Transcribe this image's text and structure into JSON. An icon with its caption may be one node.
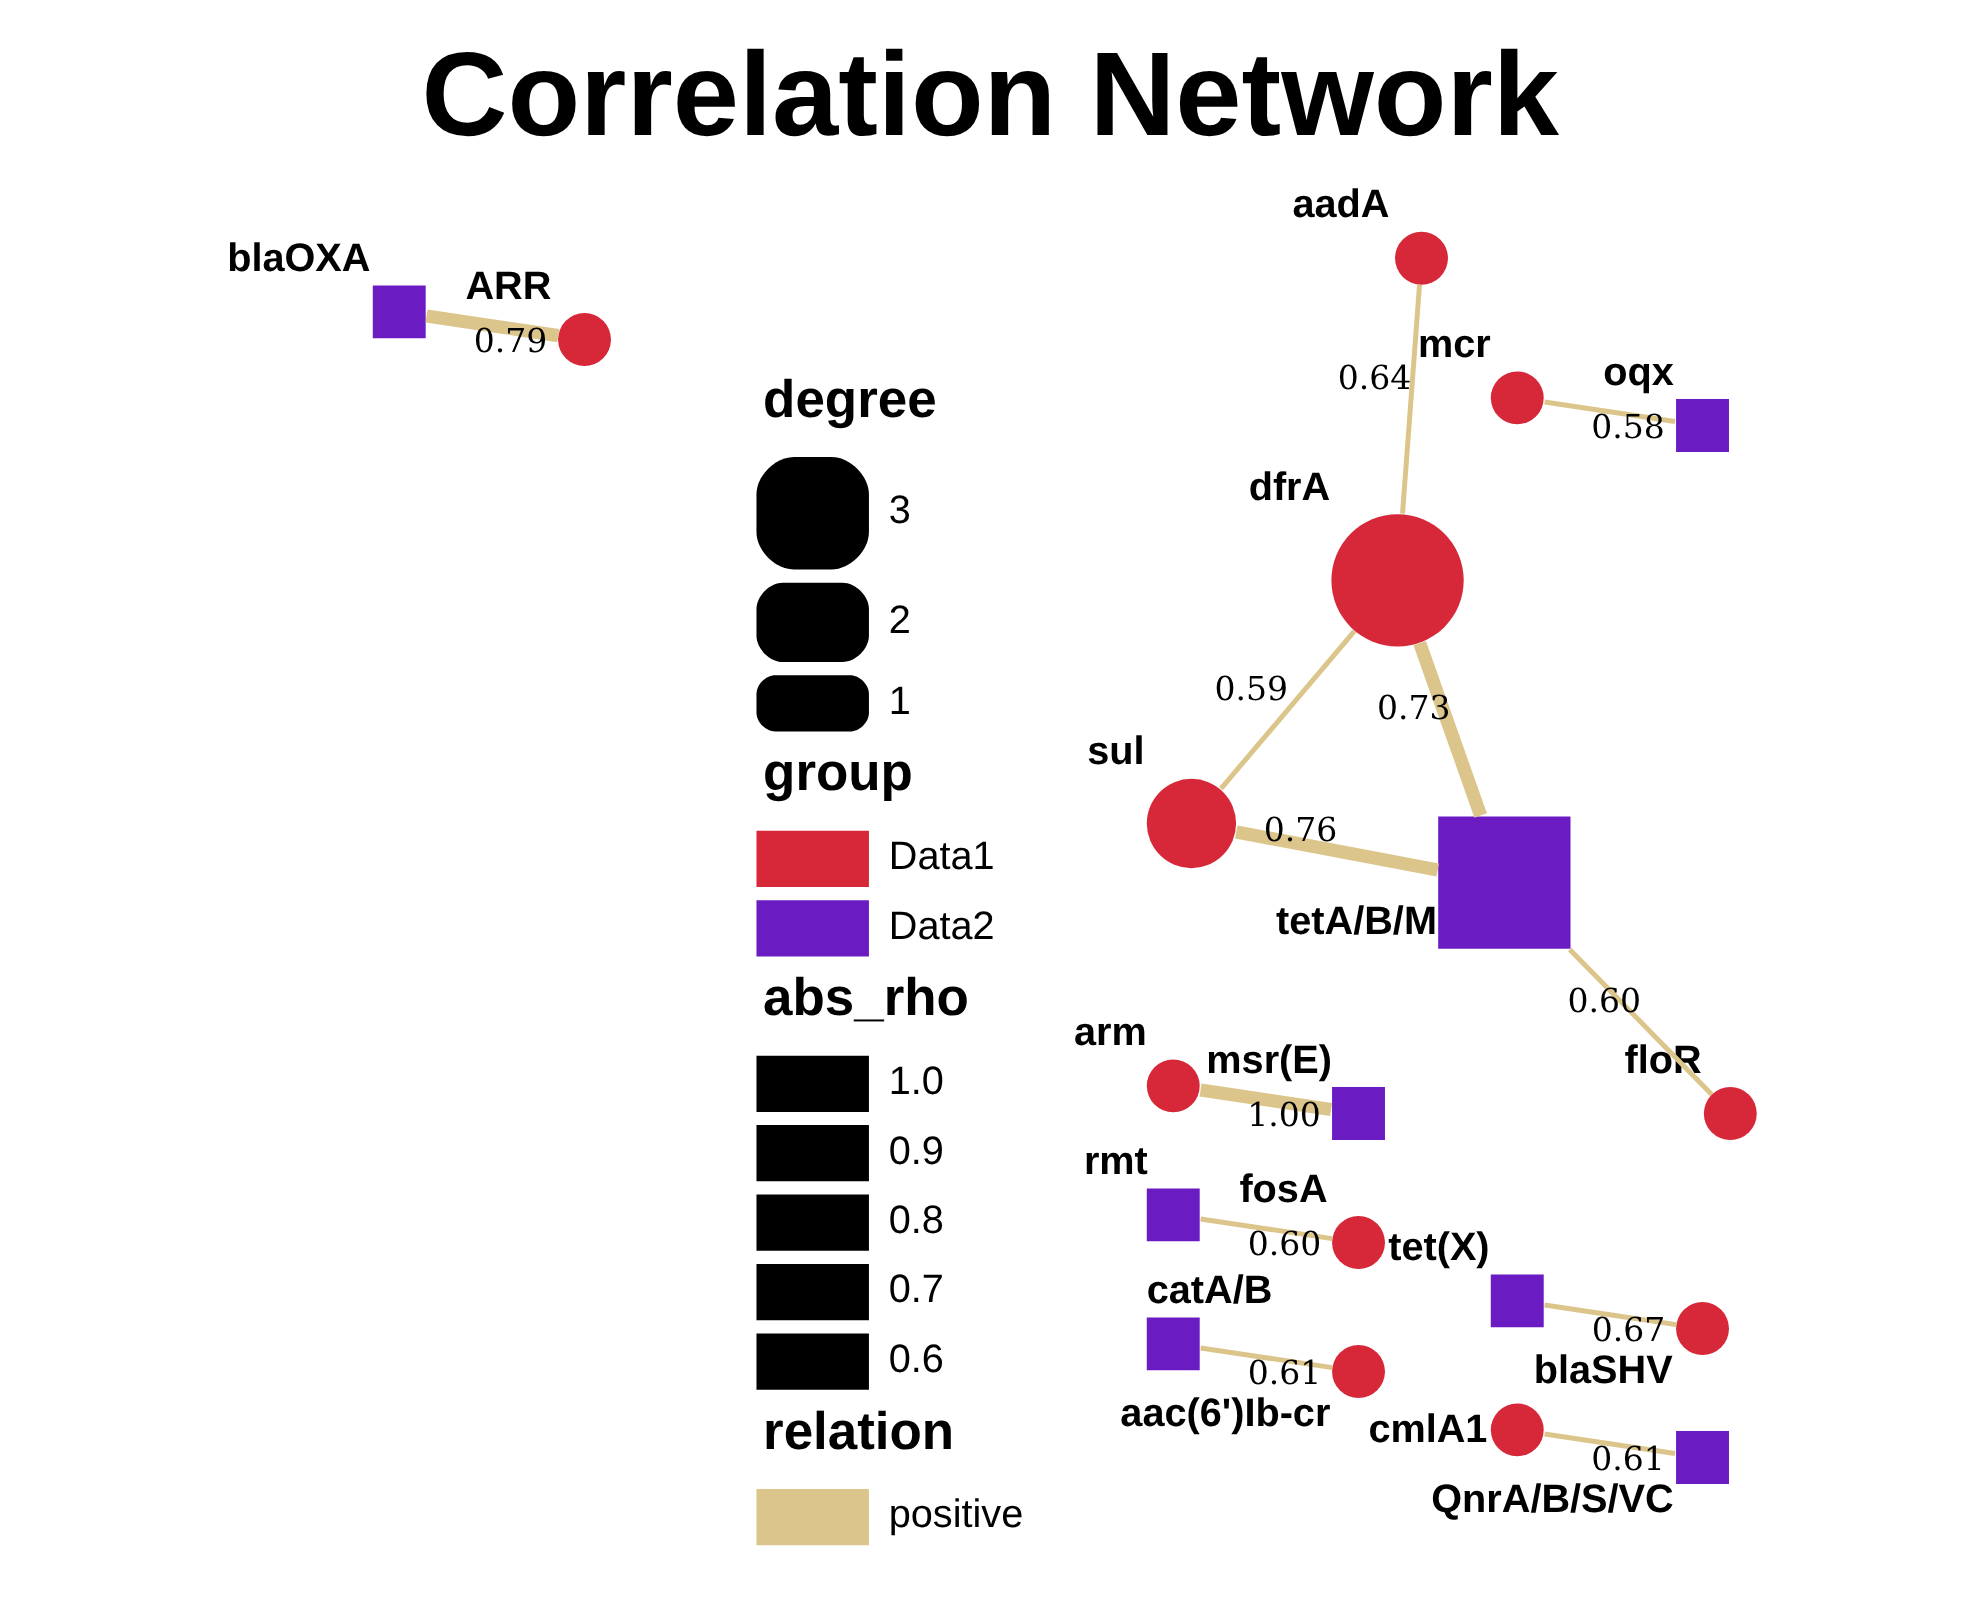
{
  "diagram": {
    "title": "Correlation Network",
    "nodes": [
      {
        "text": [],
        "shape": "circle",
        "beside": [
          "sul"
        ]
      },
      {
        "text": [],
        "shape": "circle",
        "beside": [
          "dfrA"
        ]
      },
      {
        "text": [],
        "shape": "circle",
        "beside": [
          "arm"
        ]
      },
      {
        "text": [],
        "shape": "box",
        "beside": [
          "msr(E)"
        ]
      },
      {
        "text": [],
        "shape": "box",
        "beside": [
          "tetA/B/M"
        ]
      },
      {
        "text": [],
        "shape": "circle",
        "beside": [
          "aadA"
        ]
      },
      {
        "text": [],
        "shape": "box",
        "beside": [
          "rmt"
        ]
      },
      {
        "text": [],
        "shape": "circle",
        "beside": [
          "fosA"
        ]
      },
      {
        "text": [],
        "shape": "circle",
        "beside": [
          "floR"
        ]
      },
      {
        "text": [],
        "shape": "box",
        "beside": [
          "catA/B"
        ]
      },
      {
        "text": [],
        "shape": "circle",
        "beside": [
          "aac(6')Ib-cr"
        ]
      },
      {
        "text": [],
        "shape": "circle",
        "beside": [
          "cmlA1"
        ]
      },
      {
        "text": [],
        "shape": "box",
        "beside": [
          "tet(X)"
        ]
      },
      {
        "text": [],
        "shape": "circle",
        "beside": [
          "blaSHV"
        ]
      },
      {
        "text": [],
        "shape": "box",
        "beside": [
          "QnrA/B/S/VC"
        ]
      },
      {
        "text": [],
        "shape": "circle",
        "beside": [
          "mcr"
        ]
      },
      {
        "text": [],
        "shape": "box",
        "beside": [
          "oqx"
        ]
      },
      {
        "text": [],
        "shape": "box",
        "beside": [
          "blaOXA"
        ]
      },
      {
        "text": [],
        "shape": "circle",
        "beside": [
          "ARR"
        ]
      }
    ],
    "edges": [
      {
        "from": 2,
        "to": 3,
        "arrow": "none",
        "label": "1.00",
        "style": "thick"
      },
      {
        "from": 0,
        "to": 1,
        "arrow": "none",
        "label": "0.59"
      },
      {
        "from": 0,
        "to": 4,
        "arrow": "none",
        "label": "0.76",
        "style": "thick"
      },
      {
        "from": 4,
        "to": 1,
        "arrow": "none",
        "label": "0.73",
        "style": "thick"
      },
      {
        "from": 1,
        "to": 5,
        "arrow": "none",
        "label": "0.64"
      },
      {
        "from": 4,
        "to": 8,
        "arrow": "none",
        "label": "0.60"
      },
      {
        "from": 6,
        "to": 7,
        "arrow": "none",
        "label": "0.60"
      },
      {
        "from": 9,
        "to": 10,
        "arrow": "none",
        "label": "0.61"
      },
      {
        "from": 11,
        "to": 14,
        "arrow": "none",
        "label": "0.61"
      },
      {
        "from": 12,
        "to": 13,
        "arrow": "none",
        "label": "0.67"
      },
      {
        "from": 15,
        "to": 16,
        "arrow": "none",
        "label": "0.58"
      },
      {
        "from": 17,
        "to": 18,
        "arrow": "none",
        "label": "0.79",
        "style": "thick"
      }
    ],
    "labels": [
      "degree",
      "group",
      "abs_rho",
      "relation"
    ],
    "legend": [
      {
        "text": "3"
      },
      {
        "text": "2"
      },
      {
        "text": "1"
      },
      {
        "text": "Data1",
        "color": "#d62839"
      },
      {
        "text": "Data2",
        "color": "#6a1bc2"
      },
      {
        "text": "1.0"
      },
      {
        "text": "0.9"
      },
      {
        "text": "0.8"
      },
      {
        "text": "0.7"
      },
      {
        "text": "0.6"
      },
      {
        "text": "positive"
      }
    ]
  }
}
